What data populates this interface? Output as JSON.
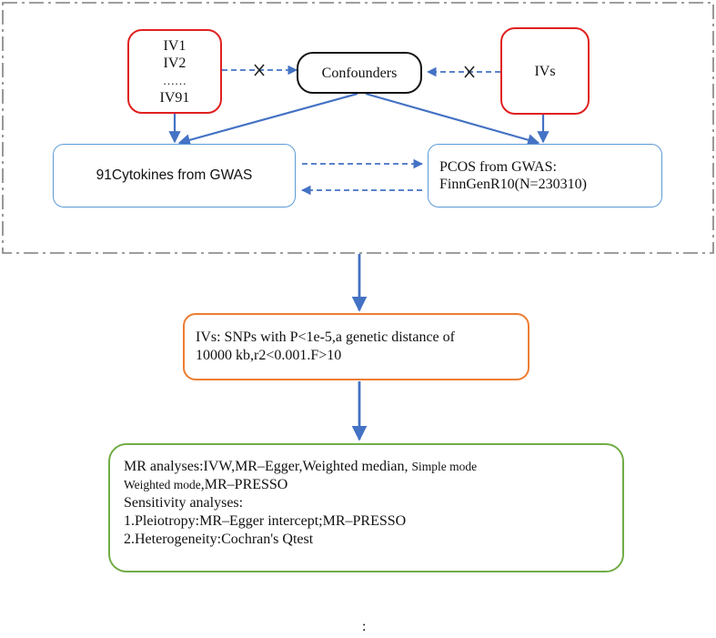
{
  "iv_list": {
    "line1": "IV1",
    "line2": "IV2",
    "line3": "……",
    "line4": "IV91"
  },
  "confounders": "Confounders",
  "ivs_box": "IVs",
  "cytokines": "91Cytokines from GWAS",
  "pcos": {
    "line1": "PCOS from GWAS:",
    "line2": "FinnGenR10(N=230310)"
  },
  "ivs_criteria": {
    "line1": "IVs: SNPs with P<1e-5,a genetic  distance of",
    "line2": "10000 kb,r2<0.001.F>10"
  },
  "mr": {
    "line1_main": "MR analyses:IVW,MR–Egger,Weighted  median, ",
    "line1_small": "Simple mode",
    "line2_small": "Weighted mode",
    "line2_main": ",MR–PRESSO",
    "line3": "Sensitivity analyses:",
    "line4": "1.Pleiotropy:MR–Egger intercept;MR–PRESSO",
    "line5": "2.Heterogeneity:Cochran's Qtest"
  },
  "footer_mark": ":",
  "colors": {
    "red": "#e02020",
    "blue": "#4472c4",
    "orange": "#ed7d31",
    "green": "#70ad47",
    "frame": "#7f7f7f"
  }
}
